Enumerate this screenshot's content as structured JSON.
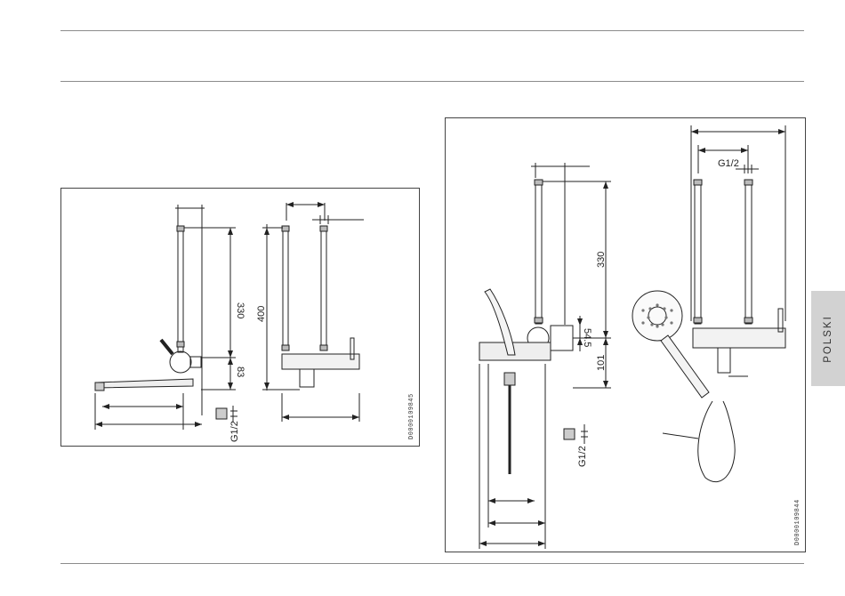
{
  "page": {
    "language_tab": "POLSKI"
  },
  "figure_left": {
    "drawing_id": "D0000109845",
    "dimensions": {
      "height_upper": "330",
      "height_lower": "83",
      "height_total": "400",
      "thread": "G1/2"
    }
  },
  "figure_right": {
    "drawing_id": "D0000109844",
    "dimensions": {
      "thread_top": "G1/2",
      "height_upper": "330",
      "height_offset": "54.5",
      "height_lower": "101",
      "thread_bottom": "G1/2"
    }
  },
  "colors": {
    "line": "#222222",
    "rule": "#8c8c8c",
    "tab": "#d2d2d2"
  }
}
